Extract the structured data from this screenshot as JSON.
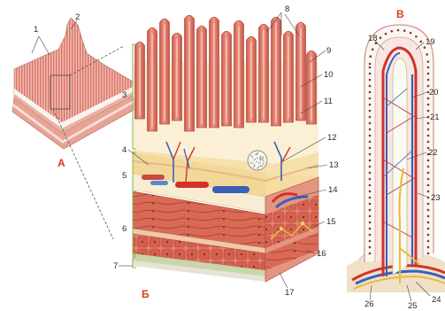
{
  "panels": {
    "a": "А",
    "b": "Б",
    "v": "В"
  },
  "labels": {
    "n1": "1",
    "n2": "2",
    "n3": "3",
    "n4": "4",
    "n5": "5",
    "n6": "6",
    "n7": "7",
    "n8": "8",
    "n9": "9",
    "n10": "10",
    "n11": "11",
    "n12": "12",
    "n13": "13",
    "n14": "14",
    "n15": "15",
    "n16": "16",
    "n17": "17",
    "n18": "18",
    "n19": "19",
    "n20": "20",
    "n21": "21",
    "n22": "22",
    "n23": "23",
    "n24": "24",
    "n25": "25",
    "n26": "26"
  },
  "colors": {
    "villus_fill": "#e2796c",
    "villus_edge": "#b44a3e",
    "mucosa_bg": "#f4dca3",
    "muscle": "#d9614f",
    "muscle_dark": "#b54536",
    "artery": "#d2322b",
    "vein": "#3a60b8",
    "lymph": "#f3e9c0",
    "nerve": "#e8b940",
    "serosa": "#c8d6a8",
    "bracket": "#7cbb4d",
    "dash": "#4a4a4a",
    "panel_letter": "#d3401c"
  }
}
